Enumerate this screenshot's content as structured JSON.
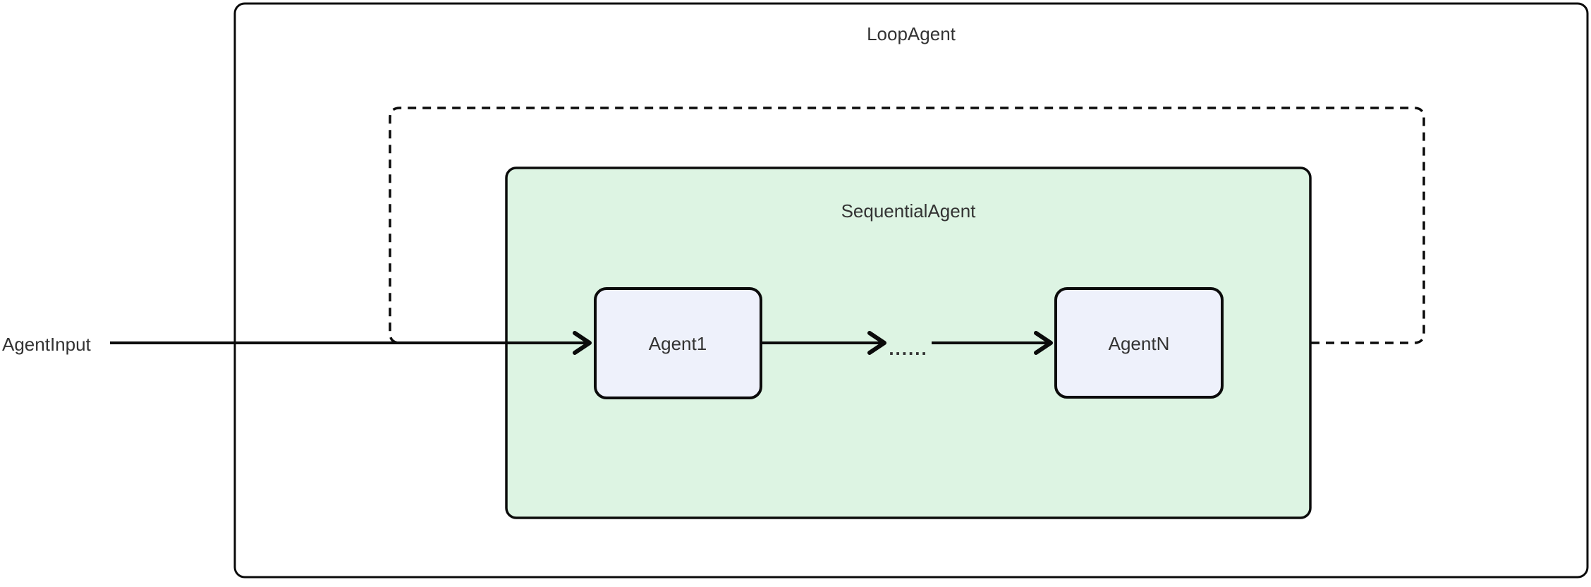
{
  "diagram": {
    "type": "flowchart",
    "outer_container_label": "LoopAgent",
    "inner_container_label": "SequentialAgent",
    "input_label": "AgentInput",
    "ellipsis_label": "......",
    "nodes": [
      {
        "id": "agent1",
        "label": "Agent1"
      },
      {
        "id": "agentN",
        "label": "AgentN"
      }
    ],
    "edges": [
      {
        "from": "AgentInput",
        "to": "Agent1",
        "style": "solid-arrow"
      },
      {
        "from": "Agent1",
        "to": "ellipsis",
        "style": "solid-arrow"
      },
      {
        "from": "ellipsis",
        "to": "AgentN",
        "style": "solid-arrow"
      },
      {
        "from": "AgentN",
        "to": "Agent1",
        "style": "dashed-loop"
      }
    ]
  },
  "colors": {
    "background": "#ffffff",
    "line": "#0b0b0b",
    "text": "#333333",
    "sequential_fill": "#ddf4e3",
    "node_fill": "#eef1fb"
  }
}
